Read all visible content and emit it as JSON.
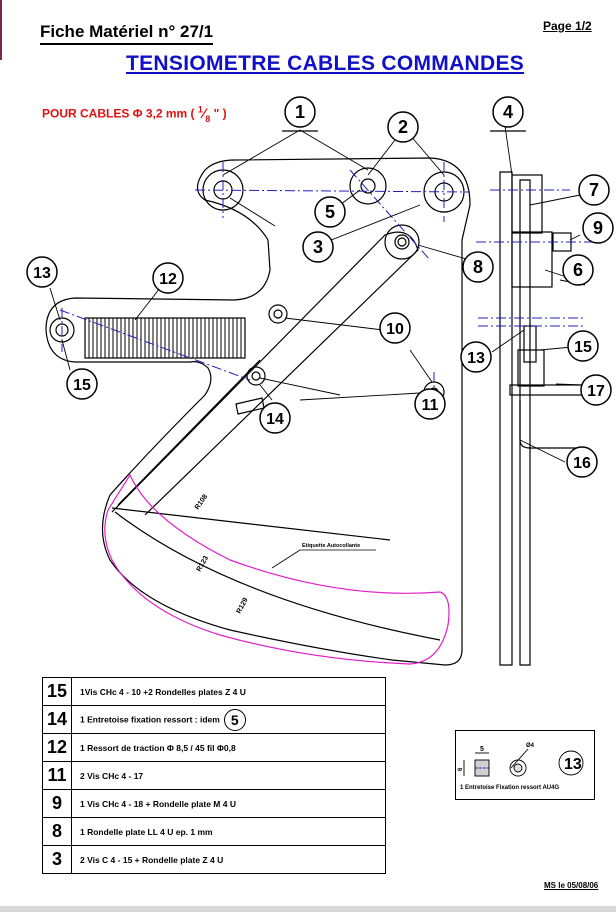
{
  "header": {
    "sheet_title": "Fiche Matériel n° 27/1",
    "page_label": "Page 1/2"
  },
  "title": "TENSIOMETRE CABLES COMMANDES",
  "subtitle": "POUR CABLES Φ 3,2 mm (",
  "subtitle_fraction_num": "1",
  "subtitle_fraction_den": "8",
  "subtitle_suffix": "\" )",
  "drawing": {
    "callouts": [
      "1",
      "2",
      "3",
      "4",
      "5",
      "6",
      "7",
      "8",
      "9",
      "10",
      "11",
      "12",
      "13",
      "14",
      "15",
      "16",
      "17"
    ],
    "radius_labels": [
      "R108",
      "R123",
      "R129"
    ],
    "sticker_label": "Etiquette Autocollante",
    "sticker_color": "#e020c8",
    "centerline_color": "#2020c0"
  },
  "parts_list": [
    {
      "num": "15",
      "desc": "1Vis CHc 4 - 10 +2 Rondelles plates Z 4 U"
    },
    {
      "num": "14",
      "desc": "1 Entretoise fixation ressort :  idem",
      "ref": "5"
    },
    {
      "num": "12",
      "desc": "1 Ressort de traction  Φ 8,5 / 45 fil Φ0,8"
    },
    {
      "num": "11",
      "desc": "2 Vis CHc 4 - 17"
    },
    {
      "num": "9",
      "desc": "1 Vis CHc 4 - 18 + Rondelle plate M 4 U"
    },
    {
      "num": "8",
      "desc": "1 Rondelle plate LL 4 U ep. 1 mm"
    },
    {
      "num": "3",
      "desc": "2 Vis C 4 - 15 + Rondelle plate Z 4 U"
    }
  ],
  "detail": {
    "dim_length": "5",
    "dim_diameter_outer": "Ø4",
    "dim_height": "6",
    "caption": "1 Entretoise Fixation ressort AU4G",
    "callout": "13"
  },
  "footer": "MS  le 05/08/06"
}
